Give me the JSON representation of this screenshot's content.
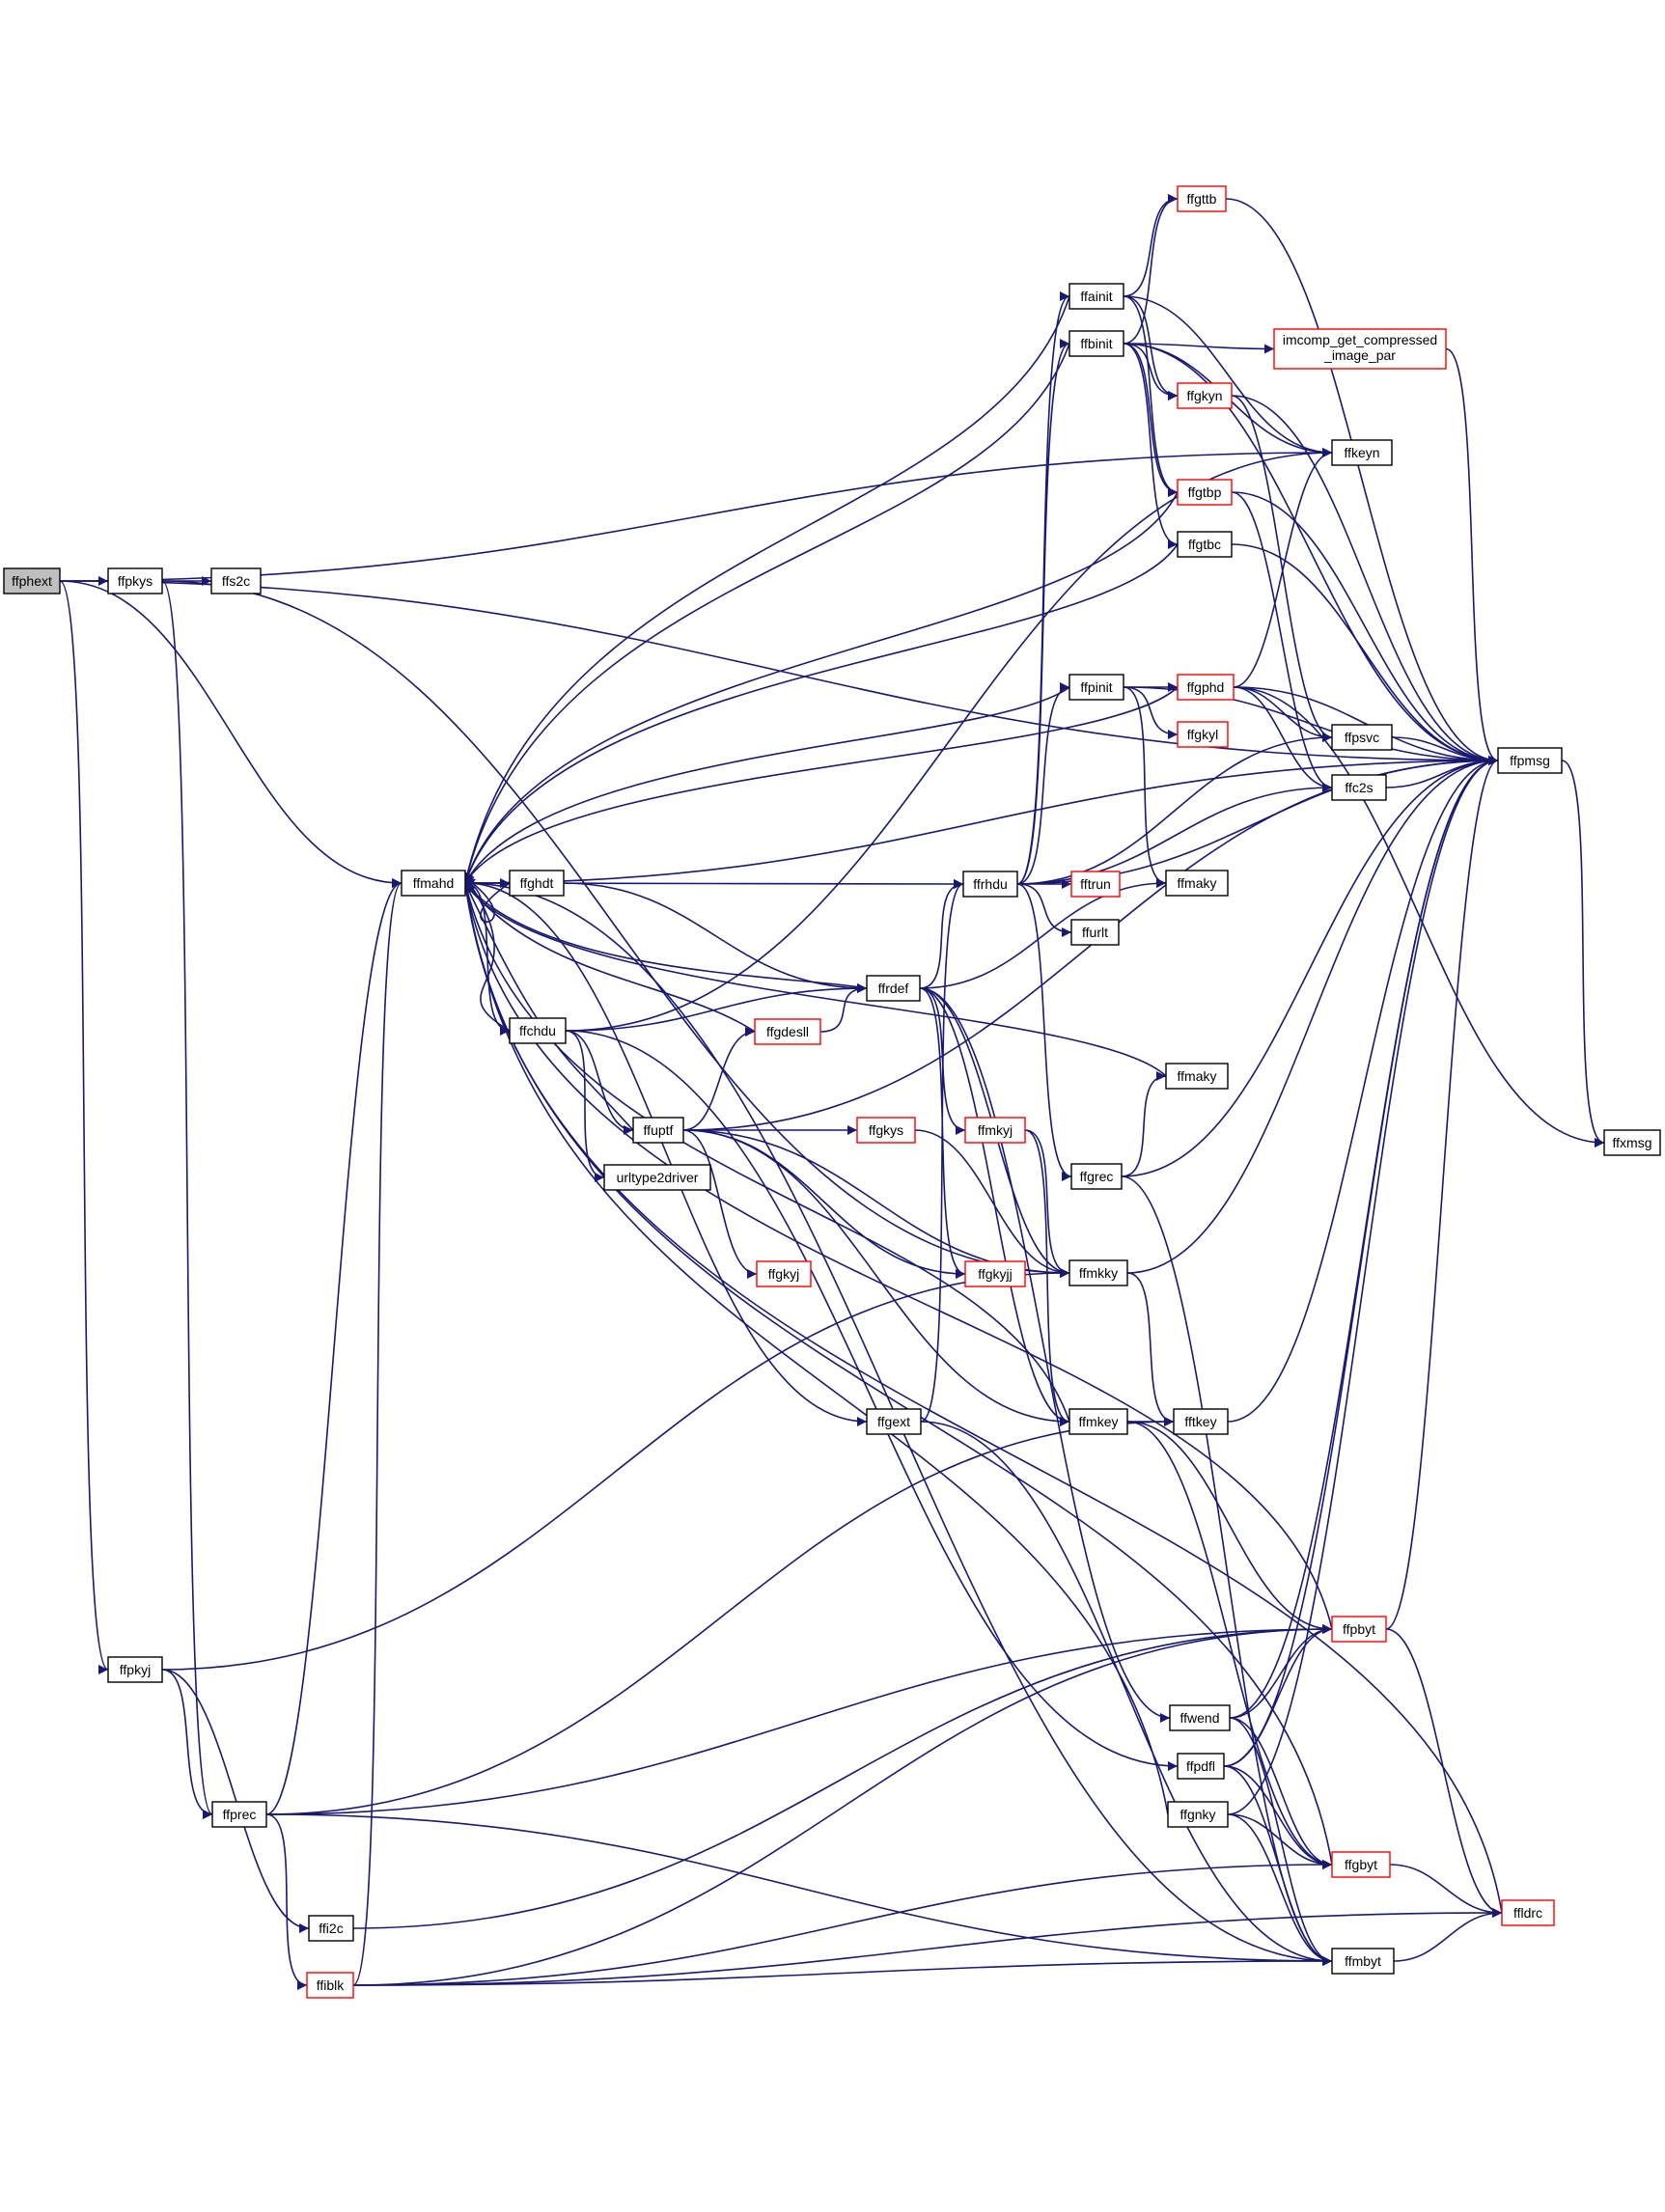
{
  "colors": {
    "edge": "#191970",
    "border_normal": "#000000",
    "border_truncated": "#ff0000",
    "root_fill": "#bfbfbf",
    "background": "#ffffff"
  },
  "nodes": [
    {
      "id": "ffphext",
      "label": "ffphext",
      "kind": "root"
    },
    {
      "id": "ffpkys",
      "label": "ffpkys",
      "kind": "normal"
    },
    {
      "id": "ffs2c",
      "label": "ffs2c",
      "kind": "normal"
    },
    {
      "id": "ffmahd",
      "label": "ffmahd",
      "kind": "normal"
    },
    {
      "id": "ffghdt",
      "label": "ffghdt",
      "kind": "normal"
    },
    {
      "id": "ffchdu",
      "label": "ffchdu",
      "kind": "normal"
    },
    {
      "id": "ffuptf",
      "label": "ffuptf",
      "kind": "normal"
    },
    {
      "id": "urltype2driver",
      "label": "urltype2driver",
      "kind": "normal"
    },
    {
      "id": "ffgdesll",
      "label": "ffgdesll",
      "kind": "truncated"
    },
    {
      "id": "ffgkys",
      "label": "ffgkys",
      "kind": "truncated"
    },
    {
      "id": "ffgkyj",
      "label": "ffgkyj",
      "kind": "truncated"
    },
    {
      "id": "ffrdef",
      "label": "ffrdef",
      "kind": "normal"
    },
    {
      "id": "ffmkyj",
      "label": "ffmkyj",
      "kind": "truncated"
    },
    {
      "id": "ffgkyjj",
      "label": "ffgkyjj",
      "kind": "truncated"
    },
    {
      "id": "ffgext",
      "label": "ffgext",
      "kind": "normal"
    },
    {
      "id": "ffrhdu",
      "label": "ffrhdu",
      "kind": "normal"
    },
    {
      "id": "fftrun",
      "label": "fftrun",
      "kind": "truncated"
    },
    {
      "id": "ffurlt",
      "label": "ffurlt",
      "kind": "normal"
    },
    {
      "id": "ffainit",
      "label": "ffainit",
      "kind": "normal"
    },
    {
      "id": "ffbinit",
      "label": "ffbinit",
      "kind": "normal"
    },
    {
      "id": "ffpinit",
      "label": "ffpinit",
      "kind": "normal"
    },
    {
      "id": "ffgrec",
      "label": "ffgrec",
      "kind": "normal"
    },
    {
      "id": "ffmaky_a",
      "label": "ffmaky",
      "kind": "normal"
    },
    {
      "id": "ffmaky_b",
      "label": "ffmaky",
      "kind": "normal"
    },
    {
      "id": "ffmkky",
      "label": "ffmkky",
      "kind": "normal"
    },
    {
      "id": "ffmkey",
      "label": "ffmkey",
      "kind": "normal"
    },
    {
      "id": "fftkey",
      "label": "fftkey",
      "kind": "normal"
    },
    {
      "id": "ffgttb",
      "label": "ffgttb",
      "kind": "truncated"
    },
    {
      "id": "imcomp",
      "label_lines": [
        "imcomp_get_compressed",
        "_image_par"
      ],
      "kind": "truncated"
    },
    {
      "id": "ffgkyn",
      "label": "ffgkyn",
      "kind": "truncated"
    },
    {
      "id": "ffkeyn",
      "label": "ffkeyn",
      "kind": "normal"
    },
    {
      "id": "ffgtbp",
      "label": "ffgtbp",
      "kind": "truncated"
    },
    {
      "id": "ffgtbc",
      "label": "ffgtbc",
      "kind": "normal"
    },
    {
      "id": "ffgphd",
      "label": "ffgphd",
      "kind": "truncated"
    },
    {
      "id": "ffgkyl",
      "label": "ffgkyl",
      "kind": "truncated"
    },
    {
      "id": "ffpsvc",
      "label": "ffpsvc",
      "kind": "normal"
    },
    {
      "id": "ffc2s",
      "label": "ffc2s",
      "kind": "normal"
    },
    {
      "id": "ffpmsg",
      "label": "ffpmsg",
      "kind": "normal"
    },
    {
      "id": "ffxmsg",
      "label": "ffxmsg",
      "kind": "normal"
    },
    {
      "id": "ffpbyt",
      "label": "ffpbyt",
      "kind": "truncated"
    },
    {
      "id": "ffwend",
      "label": "ffwend",
      "kind": "normal"
    },
    {
      "id": "ffpdfl",
      "label": "ffpdfl",
      "kind": "normal"
    },
    {
      "id": "ffgnky",
      "label": "ffgnky",
      "kind": "normal"
    },
    {
      "id": "ffgbyt",
      "label": "ffgbyt",
      "kind": "truncated"
    },
    {
      "id": "ffldrc",
      "label": "ffldrc",
      "kind": "truncated"
    },
    {
      "id": "ffmbyt",
      "label": "ffmbyt",
      "kind": "normal"
    },
    {
      "id": "ffpkyj",
      "label": "ffpkyj",
      "kind": "normal"
    },
    {
      "id": "ffprec",
      "label": "ffprec",
      "kind": "normal"
    },
    {
      "id": "ffi2c",
      "label": "ffi2c",
      "kind": "normal"
    },
    {
      "id": "ffiblk",
      "label": "ffiblk",
      "kind": "truncated"
    }
  ],
  "edges": [
    [
      "ffphext",
      "ffpkys"
    ],
    [
      "ffphext",
      "ffmahd"
    ],
    [
      "ffphext",
      "ffpkyj"
    ],
    [
      "ffphext",
      "ffpmsg"
    ],
    [
      "ffphext",
      "ffkeyn"
    ],
    [
      "ffpkys",
      "ffs2c"
    ],
    [
      "ffpkys",
      "ffprec"
    ],
    [
      "ffpkys",
      "ffmkky"
    ],
    [
      "ffmahd",
      "ffghdt"
    ],
    [
      "ffmahd",
      "ffchdu"
    ],
    [
      "ffmahd",
      "ffgext"
    ],
    [
      "ffmahd",
      "ffrhdu"
    ],
    [
      "ffmahd",
      "ffpmsg"
    ],
    [
      "ffmahd",
      "ffmbyt"
    ],
    [
      "ffghdt",
      "ffmahd"
    ],
    [
      "ffghdt",
      "ffrdef"
    ],
    [
      "ffchdu",
      "ffmahd"
    ],
    [
      "ffchdu",
      "ffuptf"
    ],
    [
      "ffchdu",
      "urltype2driver"
    ],
    [
      "ffchdu",
      "ffrdef"
    ],
    [
      "ffchdu",
      "ffpdfl"
    ],
    [
      "ffchdu",
      "ffkeyn"
    ],
    [
      "ffuptf",
      "ffmahd"
    ],
    [
      "ffuptf",
      "ffgdesll"
    ],
    [
      "ffuptf",
      "ffgkys"
    ],
    [
      "ffuptf",
      "ffgkyj"
    ],
    [
      "ffuptf",
      "ffgkyjj"
    ],
    [
      "ffuptf",
      "ffmkky"
    ],
    [
      "ffuptf",
      "ffmkey"
    ],
    [
      "ffuptf",
      "ffpmsg"
    ],
    [
      "ffgdesll",
      "ffmahd"
    ],
    [
      "ffgdesll",
      "ffrdef"
    ],
    [
      "ffrdef",
      "ffmahd"
    ],
    [
      "ffrdef",
      "ffrhdu"
    ],
    [
      "ffrdef",
      "ffmkyj"
    ],
    [
      "ffrdef",
      "ffgkyjj"
    ],
    [
      "ffrdef",
      "ffmkky"
    ],
    [
      "ffrdef",
      "ffwend"
    ],
    [
      "ffrdef",
      "ffmkey"
    ],
    [
      "ffrdef",
      "ffmaky_a"
    ],
    [
      "ffgkys",
      "ffmkky"
    ],
    [
      "ffmkyj",
      "ffmkky"
    ],
    [
      "ffmkyj",
      "ffmkey"
    ],
    [
      "ffgext",
      "ffrhdu"
    ],
    [
      "ffgext",
      "ffmbyt"
    ],
    [
      "ffrhdu",
      "fftrun"
    ],
    [
      "ffrhdu",
      "ffurlt"
    ],
    [
      "ffrhdu",
      "ffainit"
    ],
    [
      "ffrhdu",
      "ffbinit"
    ],
    [
      "ffrhdu",
      "ffpinit"
    ],
    [
      "ffrhdu",
      "ffgrec"
    ],
    [
      "ffrhdu",
      "ffpmsg"
    ],
    [
      "ffrhdu",
      "ffpsvc"
    ],
    [
      "ffrhdu",
      "ffc2s"
    ],
    [
      "ffainit",
      "ffmahd"
    ],
    [
      "ffainit",
      "ffgttb"
    ],
    [
      "ffainit",
      "ffgkyn"
    ],
    [
      "ffainit",
      "ffkeyn"
    ],
    [
      "ffainit",
      "ffgtbp"
    ],
    [
      "ffbinit",
      "ffmahd"
    ],
    [
      "ffbinit",
      "imcomp"
    ],
    [
      "ffbinit",
      "ffgkyn"
    ],
    [
      "ffbinit",
      "ffkeyn"
    ],
    [
      "ffbinit",
      "ffgtbp"
    ],
    [
      "ffbinit",
      "ffgtbc"
    ],
    [
      "ffbinit",
      "ffgttb"
    ],
    [
      "ffbinit",
      "ffpmsg"
    ],
    [
      "ffpinit",
      "ffmahd"
    ],
    [
      "ffpinit",
      "ffgphd"
    ],
    [
      "ffpinit",
      "ffgkyl"
    ],
    [
      "ffpinit",
      "ffmaky_a"
    ],
    [
      "ffpinit",
      "ffpmsg"
    ],
    [
      "ffgrec",
      "ffmaky_b"
    ],
    [
      "ffgrec",
      "ffmbyt"
    ],
    [
      "ffgrec",
      "ffpmsg"
    ],
    [
      "ffmaky_b",
      "ffmahd"
    ],
    [
      "ffgttb",
      "ffpmsg"
    ],
    [
      "imcomp",
      "ffpmsg"
    ],
    [
      "ffgkyn",
      "ffpmsg"
    ],
    [
      "ffgkyn",
      "ffpsvc"
    ],
    [
      "ffgtbp",
      "ffpmsg"
    ],
    [
      "ffgtbp",
      "ffc2s"
    ],
    [
      "ffgtbp",
      "ffmahd"
    ],
    [
      "ffgtbc",
      "ffpmsg"
    ],
    [
      "ffgtbc",
      "ffmahd"
    ],
    [
      "ffgphd",
      "ffmahd"
    ],
    [
      "ffgphd",
      "ffpsvc"
    ],
    [
      "ffgphd",
      "ffc2s"
    ],
    [
      "ffgphd",
      "ffpmsg"
    ],
    [
      "ffgphd",
      "ffkeyn"
    ],
    [
      "ffgphd",
      "ffxmsg"
    ],
    [
      "ffpsvc",
      "ffpmsg"
    ],
    [
      "ffc2s",
      "ffpmsg"
    ],
    [
      "ffpmsg",
      "ffxmsg"
    ],
    [
      "ffmkky",
      "ffpmsg"
    ],
    [
      "ffmkky",
      "fftkey"
    ],
    [
      "ffmkey",
      "fftkey"
    ],
    [
      "ffmkey",
      "ffpbyt"
    ],
    [
      "ffmkey",
      "ffmahd"
    ],
    [
      "ffmkey",
      "ffgbyt"
    ],
    [
      "fftkey",
      "ffpmsg"
    ],
    [
      "ffpbyt",
      "ffldrc"
    ],
    [
      "ffpbyt",
      "ffpmsg"
    ],
    [
      "ffpbyt",
      "ffmahd"
    ],
    [
      "ffwend",
      "ffpbyt"
    ],
    [
      "ffwend",
      "ffgbyt"
    ],
    [
      "ffwend",
      "ffmbyt"
    ],
    [
      "ffwend",
      "ffpmsg"
    ],
    [
      "ffpdfl",
      "ffpbyt"
    ],
    [
      "ffpdfl",
      "ffgbyt"
    ],
    [
      "ffpdfl",
      "ffmbyt"
    ],
    [
      "ffpdfl",
      "ffpmsg"
    ],
    [
      "ffgnky",
      "ffmahd"
    ],
    [
      "ffgnky",
      "ffgbyt"
    ],
    [
      "ffgnky",
      "ffmbyt"
    ],
    [
      "ffgnky",
      "ffpmsg"
    ],
    [
      "ffgbyt",
      "ffldrc"
    ],
    [
      "ffgbyt",
      "ffmahd"
    ],
    [
      "ffmbyt",
      "ffldrc"
    ],
    [
      "ffldrc",
      "ffmahd"
    ],
    [
      "ffpkyj",
      "ffprec"
    ],
    [
      "ffpkyj",
      "ffi2c"
    ],
    [
      "ffpkyj",
      "ffmkky"
    ],
    [
      "ffprec",
      "ffmahd"
    ],
    [
      "ffprec",
      "ffiblk"
    ],
    [
      "ffprec",
      "fftkey"
    ],
    [
      "ffprec",
      "ffpbyt"
    ],
    [
      "ffprec",
      "ffmbyt"
    ],
    [
      "ffi2c",
      "ffpbyt"
    ],
    [
      "ffiblk",
      "ffmahd"
    ],
    [
      "ffiblk",
      "ffgbyt"
    ],
    [
      "ffiblk",
      "ffpbyt"
    ],
    [
      "ffiblk",
      "ffmbyt"
    ],
    [
      "ffiblk",
      "ffldrc"
    ]
  ]
}
